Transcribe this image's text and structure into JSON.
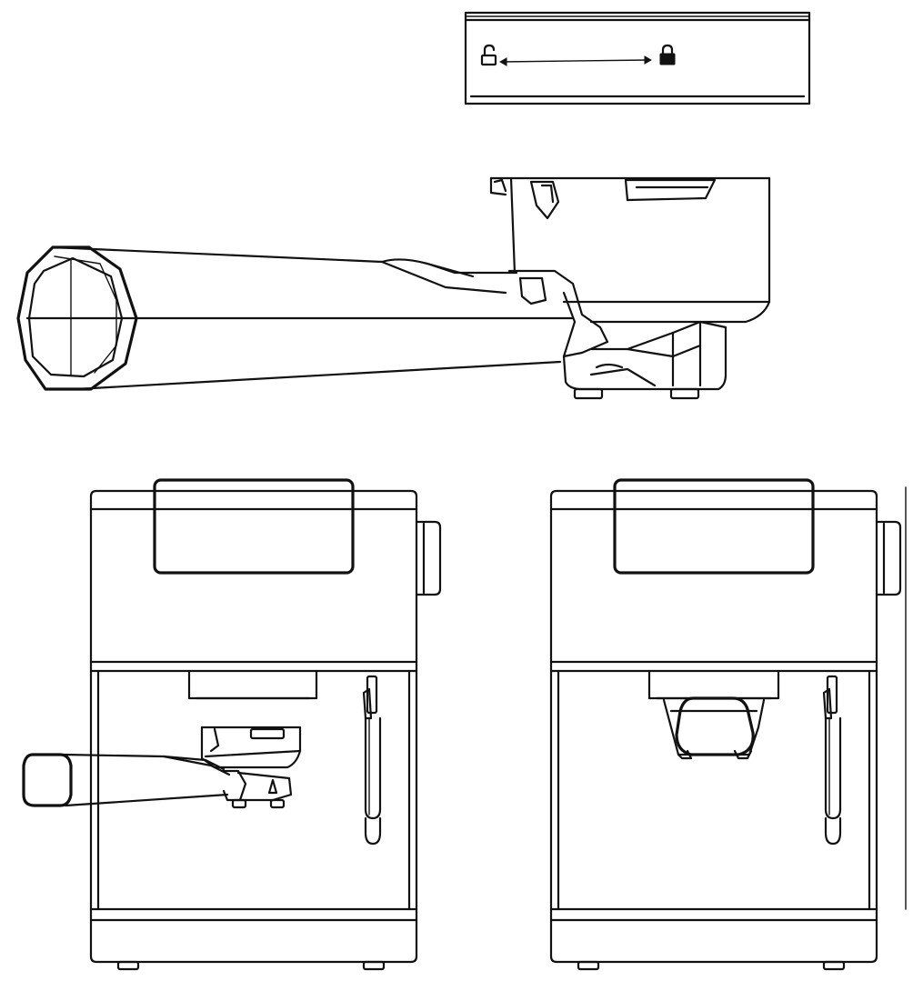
{
  "diagram": {
    "lock_indicator": {
      "left_icon": "unlocked-padlock-icon",
      "right_icon": "locked-padlock-icon"
    },
    "parts": [
      "brew-head-lock-indicator",
      "portafilter-side-view",
      "machine-front-with-portafilter",
      "machine-front-without-portafilter"
    ],
    "line_color": "#111111",
    "background": "#ffffff"
  }
}
